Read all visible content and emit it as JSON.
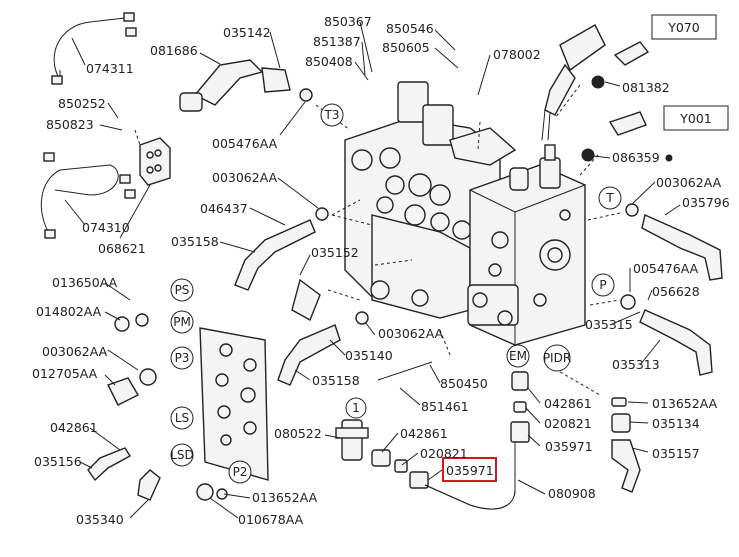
{
  "part_labels": {
    "p850367": "850367",
    "p850546": "850546",
    "p851387": "851387",
    "p850605": "850605",
    "p850408": "850408",
    "p078002": "078002",
    "p035142": "035142",
    "p081686": "081686",
    "p074311": "074311",
    "p081382": "081382",
    "p850252": "850252",
    "p850823": "850823",
    "p005476AA_a": "005476AA",
    "p086359": "086359",
    "p003062AA_a": "003062AA",
    "p003062AA_b": "003062AA",
    "p046437": "046437",
    "p035796": "035796",
    "p074310": "074310",
    "p035158_a": "035158",
    "p068621": "068621",
    "p035152": "035152",
    "p005476AA_b": "005476AA",
    "p056628": "056628",
    "p013650AA": "013650AA",
    "p014802AA": "014802AA",
    "p003062AA_c": "003062AA",
    "p035315": "035315",
    "p003062AA_d": "003062AA",
    "p035140": "035140",
    "p035313": "035313",
    "p012705AA": "012705AA",
    "p035158_b": "035158",
    "p850450": "850450",
    "p042861_a": "042861",
    "p013652AA_a": "013652AA",
    "p851461": "851461",
    "p020821_a": "020821",
    "p035134": "035134",
    "p042861_b": "042861",
    "p080522": "080522",
    "p042861_c": "042861",
    "p035971_a": "035971",
    "p035157": "035157",
    "p035156": "035156",
    "p020821_b": "020821",
    "p035971_b": "035971",
    "p080908": "080908",
    "p013652AA_b": "013652AA",
    "p035340": "035340",
    "p010678AA": "010678AA"
  },
  "port_markers": {
    "t3": "T3",
    "t": "T",
    "ps": "PS",
    "pm": "PM",
    "p3": "P3",
    "ls": "LS",
    "lsd": "LSD",
    "p2": "P2",
    "p": "P",
    "em": "EM",
    "pidr": "PIDR",
    "one": "1"
  },
  "boxed_labels": {
    "y070": "Y070",
    "y001": "Y001"
  },
  "highlighted_part": "035971",
  "highlight_color": "#d0191b"
}
